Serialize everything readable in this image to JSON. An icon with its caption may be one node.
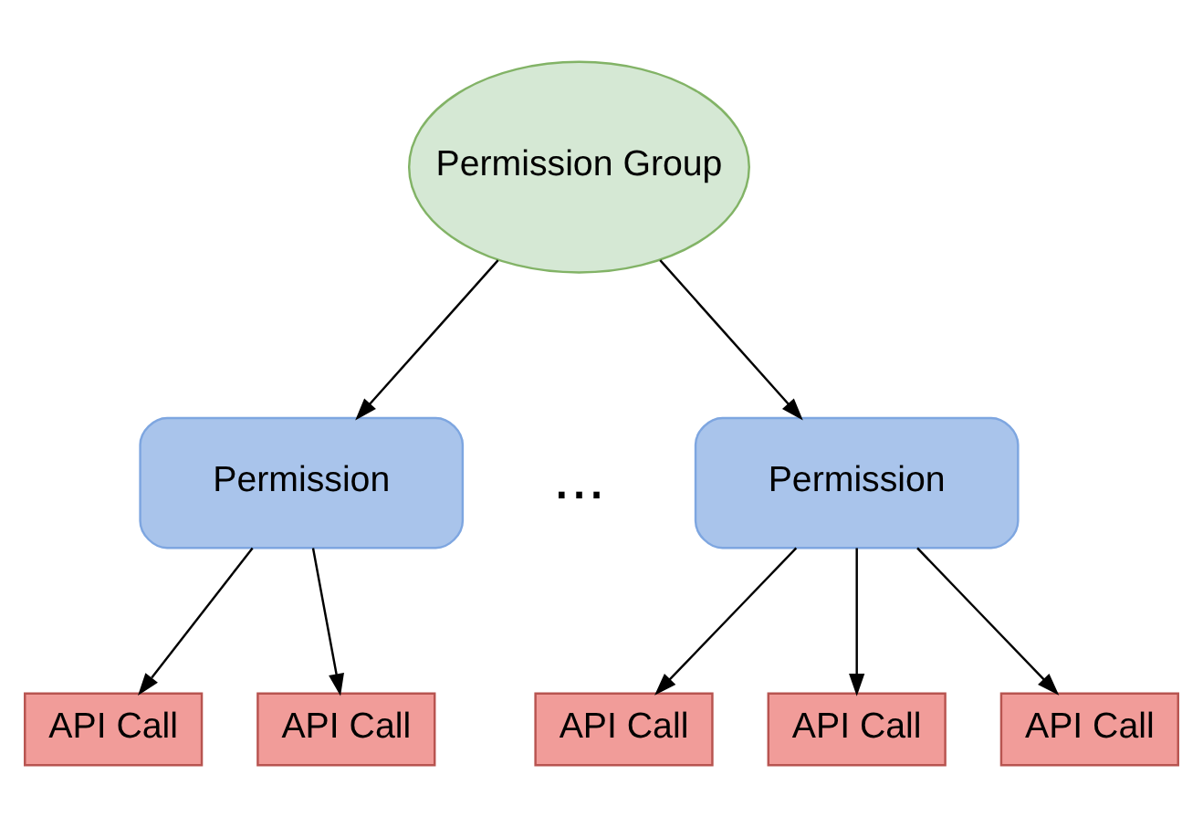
{
  "diagram": {
    "nodes": [
      {
        "text": [
          "Permission Group"
        ]
      },
      {
        "text": [
          "Permission"
        ]
      },
      {
        "text": [
          "Permission"
        ]
      },
      {
        "text": [
          "API Call"
        ]
      },
      {
        "text": [
          "API Call"
        ]
      },
      {
        "text": [
          "API Call"
        ]
      },
      {
        "text": [
          "API Call"
        ]
      },
      {
        "text": [
          "API Call"
        ]
      }
    ],
    "edges": [
      {
        "from": 0,
        "to": 1,
        "arrow": "to"
      },
      {
        "from": 0,
        "to": 2,
        "arrow": "to"
      },
      {
        "from": 1,
        "to": 3,
        "arrow": "to"
      },
      {
        "from": 1,
        "to": 4,
        "arrow": "to"
      },
      {
        "from": 2,
        "to": 5,
        "arrow": "to"
      },
      {
        "from": 2,
        "to": 6,
        "arrow": "to"
      },
      {
        "from": 2,
        "to": 7,
        "arrow": "to"
      }
    ],
    "labels": [
      "..."
    ]
  }
}
